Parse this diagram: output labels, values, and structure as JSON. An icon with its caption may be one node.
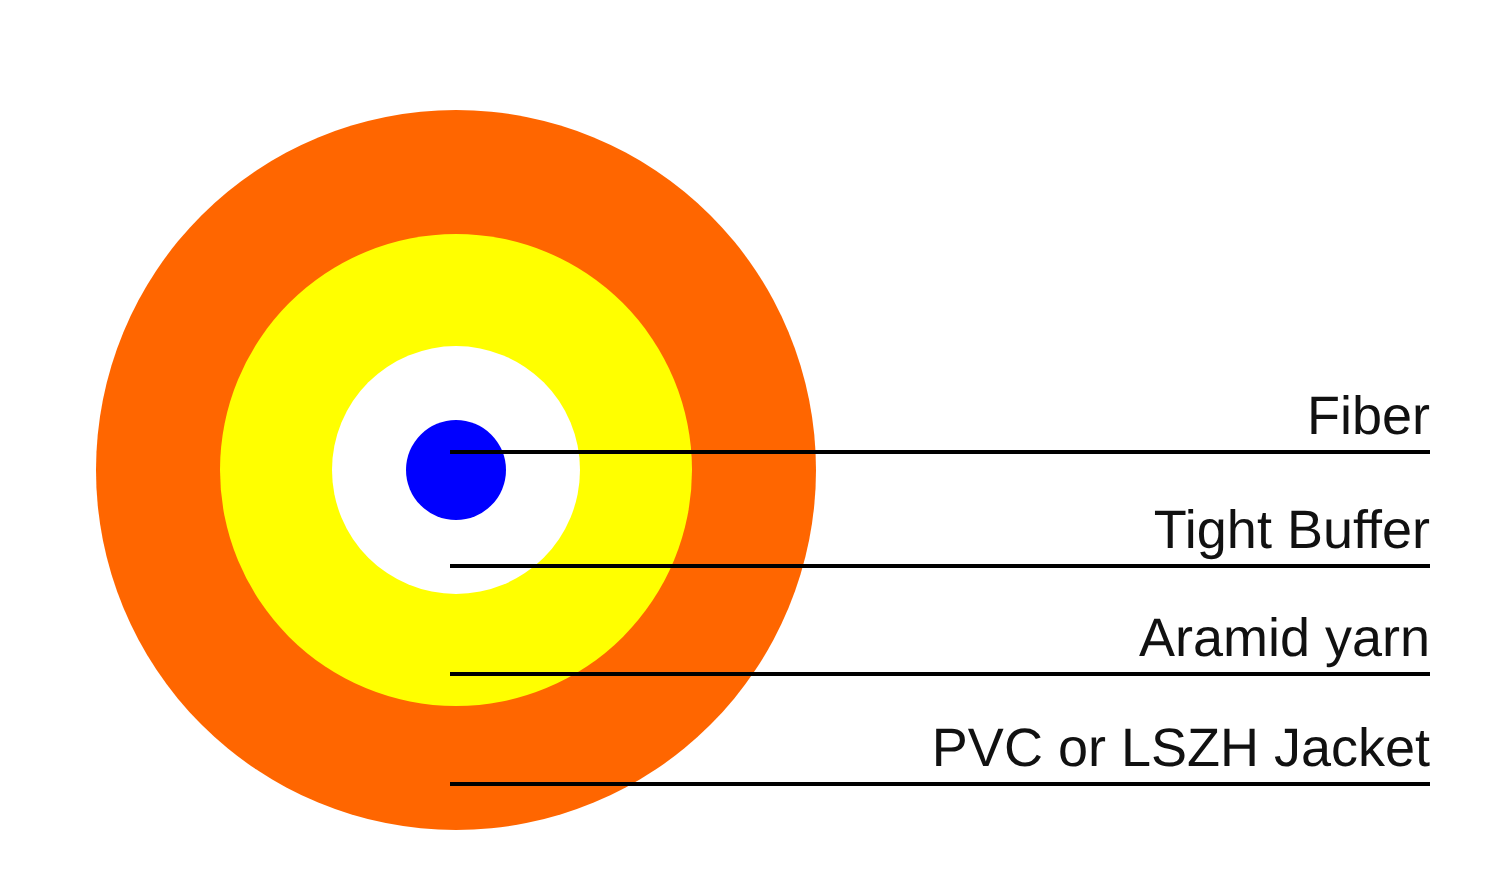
{
  "diagram": {
    "nodes": [
      {
        "text": [],
        "shape": "circle"
      },
      {
        "text": [],
        "shape": "circle",
        "in": 0
      },
      {
        "text": [],
        "shape": "circle",
        "in": 1
      },
      {
        "text": [],
        "shape": "circle",
        "in": 2
      },
      {
        "text": [
          "Fiber"
        ]
      },
      {
        "text": [
          "Tight Buffer"
        ]
      },
      {
        "text": [
          "Aramid yarn"
        ]
      },
      {
        "text": [
          "PVC or LSZH Jacket"
        ]
      }
    ],
    "edges": [
      {
        "from": 4,
        "to": 3,
        "arrow": "none"
      },
      {
        "from": 5,
        "to": 2,
        "arrow": "none"
      },
      {
        "from": 6,
        "to": 1,
        "arrow": "none"
      },
      {
        "from": 7,
        "to": 0,
        "arrow": "none"
      }
    ]
  }
}
